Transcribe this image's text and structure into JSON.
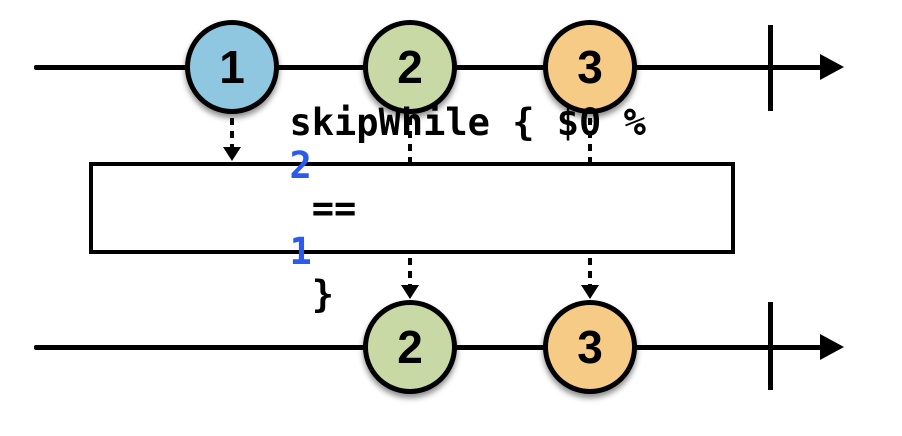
{
  "colors": {
    "marble_blue": "#8EC7DF",
    "marble_green": "#C8D9A6",
    "marble_orange": "#F6CB85",
    "code_accent": "#2A5BF0",
    "stroke": "#000000"
  },
  "streams": {
    "input": {
      "marbles": [
        {
          "label": "1",
          "color": "#8EC7DF"
        },
        {
          "label": "2",
          "color": "#C8D9A6"
        },
        {
          "label": "3",
          "color": "#F6CB85"
        }
      ]
    },
    "output": {
      "marbles": [
        {
          "label": "2",
          "color": "#C8D9A6"
        },
        {
          "label": "3",
          "color": "#F6CB85"
        }
      ]
    }
  },
  "operator": {
    "code": "skipWhile { $0 % 2 == 1 }",
    "segments": [
      {
        "text": "skipWhile { $0 % ",
        "color": "#000000"
      },
      {
        "text": "2",
        "color": "#2A5BF0"
      },
      {
        "text": " == ",
        "color": "#000000"
      },
      {
        "text": "1",
        "color": "#2A5BF0"
      },
      {
        "text": " }",
        "color": "#000000"
      }
    ]
  }
}
